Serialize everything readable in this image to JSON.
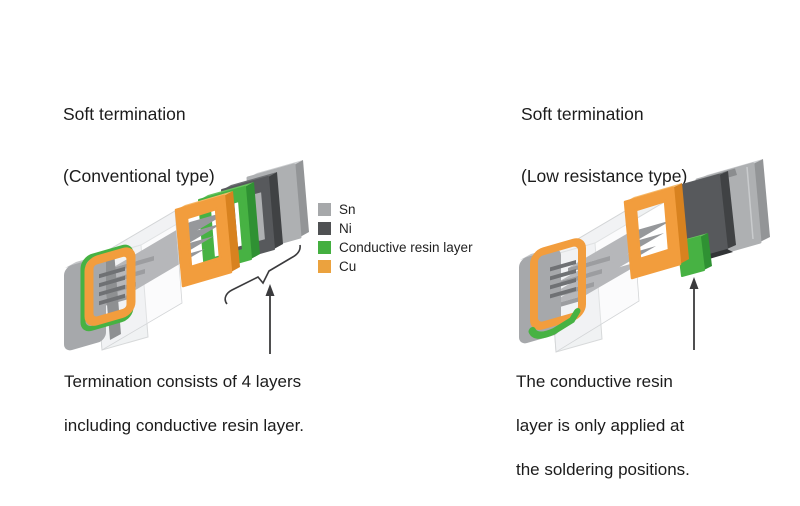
{
  "left_panel": {
    "title_line1": "Soft termination",
    "title_line2": "(Conventional type)",
    "caption_line1": "Termination consists of 4 layers",
    "caption_line2": "including conductive resin layer."
  },
  "right_panel": {
    "title_line1": "Soft termination",
    "title_line2": "(Low resistance type)",
    "caption_line1": "The conductive resin",
    "caption_line2": "layer is only applied at",
    "caption_line3": "the soldering positions."
  },
  "legend": {
    "items": [
      {
        "label": "Sn",
        "color": "#a6a8aa"
      },
      {
        "label": "Ni",
        "color": "#4f5153"
      },
      {
        "label": "Conductive resin layer",
        "color": "#44af40"
      },
      {
        "label": "Cu",
        "color": "#eba23e"
      }
    ]
  },
  "colors": {
    "text": "#1c1c1c",
    "sn-face": "#aeb0b2",
    "sn-top": "#cdcfd1",
    "sn-side": "#939597",
    "ni-face": "#57595c",
    "ni-top": "#6e7073",
    "ni-side": "#404244",
    "resin-face": "#47b243",
    "resin-top": "#67c45e",
    "resin-side": "#2f9133",
    "cu-face": "#f29d3d",
    "cu-top": "#f6b968",
    "cu-side": "#d8821f",
    "body-face": "#eff1f2",
    "body-edge": "#d7d9da",
    "plate-top": "#96989b",
    "plate-edge": "#6f7174",
    "cap-face": "#a6a8ab",
    "cap-top": "#c4c6c8",
    "cap-side": "#8e9092",
    "arrow": "#3b3b3d"
  }
}
